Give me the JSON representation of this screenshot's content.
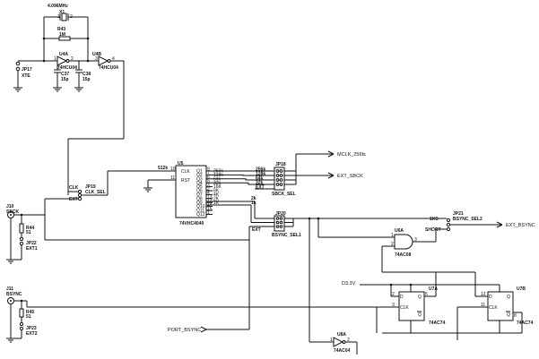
{
  "components": {
    "x1": {
      "value": "4.096MHz",
      "ref": "X1"
    },
    "r43": {
      "ref": "R43",
      "value": "1M"
    },
    "u4a": {
      "ref": "U4A",
      "part": "74HCU04"
    },
    "u4b": {
      "ref": "U4B",
      "part": "74HCU04"
    },
    "jp17": {
      "ref": "JP17",
      "label": "XTE"
    },
    "c37": {
      "ref": "C37",
      "value": "15p"
    },
    "c38": {
      "ref": "C38",
      "value": "15p"
    },
    "jp19": {
      "ref": "JP19",
      "label": "CLK_SEL",
      "pin_clk": "CLK",
      "pin_ext": "EXT"
    },
    "j10": {
      "ref": "J10",
      "label": "SBCK"
    },
    "r44": {
      "ref": "R44",
      "value": "51"
    },
    "jp22": {
      "ref": "JP22",
      "label": "EXT1"
    },
    "u5": {
      "ref": "U5",
      "part": "74VHC4040",
      "clk_pin": "CLK",
      "rst_pin": "RST",
      "clk_num": "10",
      "rst_num": "11",
      "clk_in_label": "512k",
      "outputs": [
        "Q1",
        "Q2",
        "Q3",
        "Q4",
        "Q5",
        "Q6",
        "Q7",
        "Q8",
        "Q9",
        "Q10",
        "Q11",
        "Q12"
      ],
      "pin_numbers": [
        "9",
        "7",
        "6",
        "5",
        "3",
        "2",
        "4",
        "13",
        "12",
        "14",
        "15",
        "1"
      ],
      "net_labels": [
        "256k",
        "128k",
        "64k",
        "32k",
        "16K",
        "8K",
        "4K",
        "2K",
        "1K",
        "",
        "",
        ""
      ]
    },
    "jp18": {
      "ref": "JP18",
      "label": "SBCK_SEL",
      "inputs": [
        "256k",
        "128k",
        "64k",
        "32k",
        "EXT"
      ]
    },
    "jp20": {
      "ref": "JP20",
      "label": "BSYNC_SEL1",
      "inputs": [
        "2k",
        "1k",
        "",
        "EXT"
      ]
    },
    "jp21": {
      "ref": "JP21",
      "label": "BSYNC_SEL2",
      "pin_top": "1KS",
      "pin_bot": "SHORT"
    },
    "u6a": {
      "ref": "U6A",
      "part": "74AC08"
    },
    "u7a": {
      "ref": "U7A",
      "part": "74AC74"
    },
    "u7b": {
      "ref": "U7B",
      "part": "74AC74"
    },
    "u8a": {
      "ref": "U8A",
      "part": "74AC04"
    },
    "j11": {
      "ref": "J11",
      "label": "BSYNC"
    },
    "r45": {
      "ref": "R45",
      "value": "51"
    },
    "jp23": {
      "ref": "JP23",
      "label": "EXT2"
    },
    "ff_pins": {
      "d": "D",
      "q": "Q",
      "clk": "CLK",
      "qn": "Q"
    }
  },
  "nets": {
    "mclk": "MCLK_256fs",
    "ext_sbck": "EXT_SBCK",
    "ext_bsync": "EXT_BSYNC",
    "port_bsync": "PORT_BSYNC",
    "d33v": "D3.3V",
    "ext": "EXT"
  }
}
